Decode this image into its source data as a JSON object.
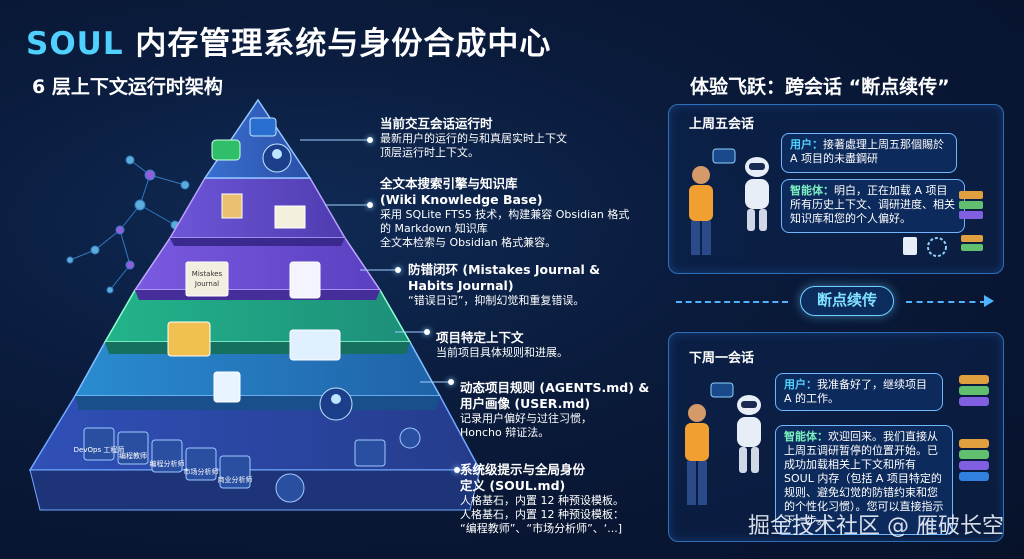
{
  "header": {
    "title_brand": "SOUL",
    "title_rest": "内存管理系统与身份合成中心",
    "subtitle": "6 层上下文运行时架构",
    "side_title": "体验飞跃：跨会话 “断点续传”"
  },
  "pyramid_tiers": [
    {
      "title": "当前交互会话运行时",
      "lines": [
        "最新用户的运行的与和真居实时上下文",
        "顶层运行时上下文。"
      ],
      "color": "#3a7bd5"
    },
    {
      "title": "全文本搜索引擎与知识库",
      "title2": "(Wiki Knowledge Base)",
      "lines": [
        "采用 SQLite FTS5 技术，构建兼容 Obsidian 格式",
        "的 Markdown 知识库",
        "全文本检索与 Obsidian 格式兼容。"
      ],
      "color": "#7a5ce0"
    },
    {
      "title": "防错闭环 (Mistakes Journal &",
      "title2": "Habits Journal)",
      "lines": [
        "“错误日记”，抑制幻觉和重复错误。"
      ],
      "color": "#6a4fd0"
    },
    {
      "title": "项目特定上下文",
      "lines": [
        "当前项目具体规则和进展。"
      ],
      "color": "#2fbf8a"
    },
    {
      "title": "动态项目规则 (AGENTS.md) &",
      "title2": "用户画像 (USER.md)",
      "lines": [
        "记录用户偏好与过往习惯，",
        "Honcho 辩证法。"
      ],
      "color": "#2f8ec8"
    },
    {
      "title": "系统级提示与全局身份",
      "title2": "定义 (SOUL.md)",
      "lines": [
        "人格基石，内置 12 种预设模板。",
        "人格基石，内置 12 种预设模板：",
        "“编程教师”、“市场分析师”、‘...]"
      ],
      "color": "#2b52b0"
    }
  ],
  "pyramid_art": {
    "journal_label": [
      "Mistakes",
      "Journal"
    ],
    "base_cards": [
      "DevOps 工程师",
      "编程教师",
      "编程分析师",
      "市场分析师",
      "商业分析师"
    ]
  },
  "sessions": {
    "last": {
      "label": "上周五会话",
      "user_who": "用户：",
      "user_text": "接著處理上周五那個賜於 A 项目的未盡鋼研",
      "agent_who": "智能体：",
      "agent_text": "明白，正在加载 A 项目所有历史上下文、调研进度、相关知识库和您的个人偏好。"
    },
    "breakpoint_label": "断点续传",
    "next": {
      "label": "下周一会话",
      "user_who": "用户：",
      "user_text": "我准备好了，继续项目 A 的工作。",
      "agent_who": "智能体：",
      "agent_text": "欢迎回来。我们直接从上周五调研暂停的位置开始。已成功加载相关上下文和所有 SOUL 内存（包括 A 项目特定的规则、避免幻觉的防错约束和您的个性化习惯）。您可以直接指示下一步。"
    }
  },
  "watermark": "掘金技术社区 @ 雁破长空"
}
